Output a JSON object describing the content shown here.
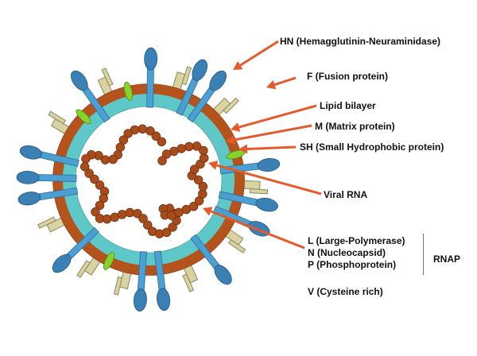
{
  "labels": {
    "hn": "HN (Hemagglutinin-Neuraminidase)",
    "f": "F (Fusion protein)",
    "lipid": "Lipid bilayer",
    "m": "M (Matrix protein)",
    "sh": "SH (Small Hydrophobic protein)",
    "rna": "Viral RNA",
    "l": "L (Large-Polymerase)",
    "n": "N (Nucleocapsid)",
    "p": "P (Phosphoprotein)",
    "rnap": "RNAP",
    "v": "V (Cysteine rich)"
  },
  "colors": {
    "arrow": "#e55a2b",
    "lipid": "#b5531d",
    "matrix": "#5ec8c8",
    "hn_stalk": "#4b9fd2",
    "hn_head": "#3a80b4",
    "fusion": "#d8d3a0",
    "sh": "#88d22c",
    "rna": "#a84c1c"
  }
}
